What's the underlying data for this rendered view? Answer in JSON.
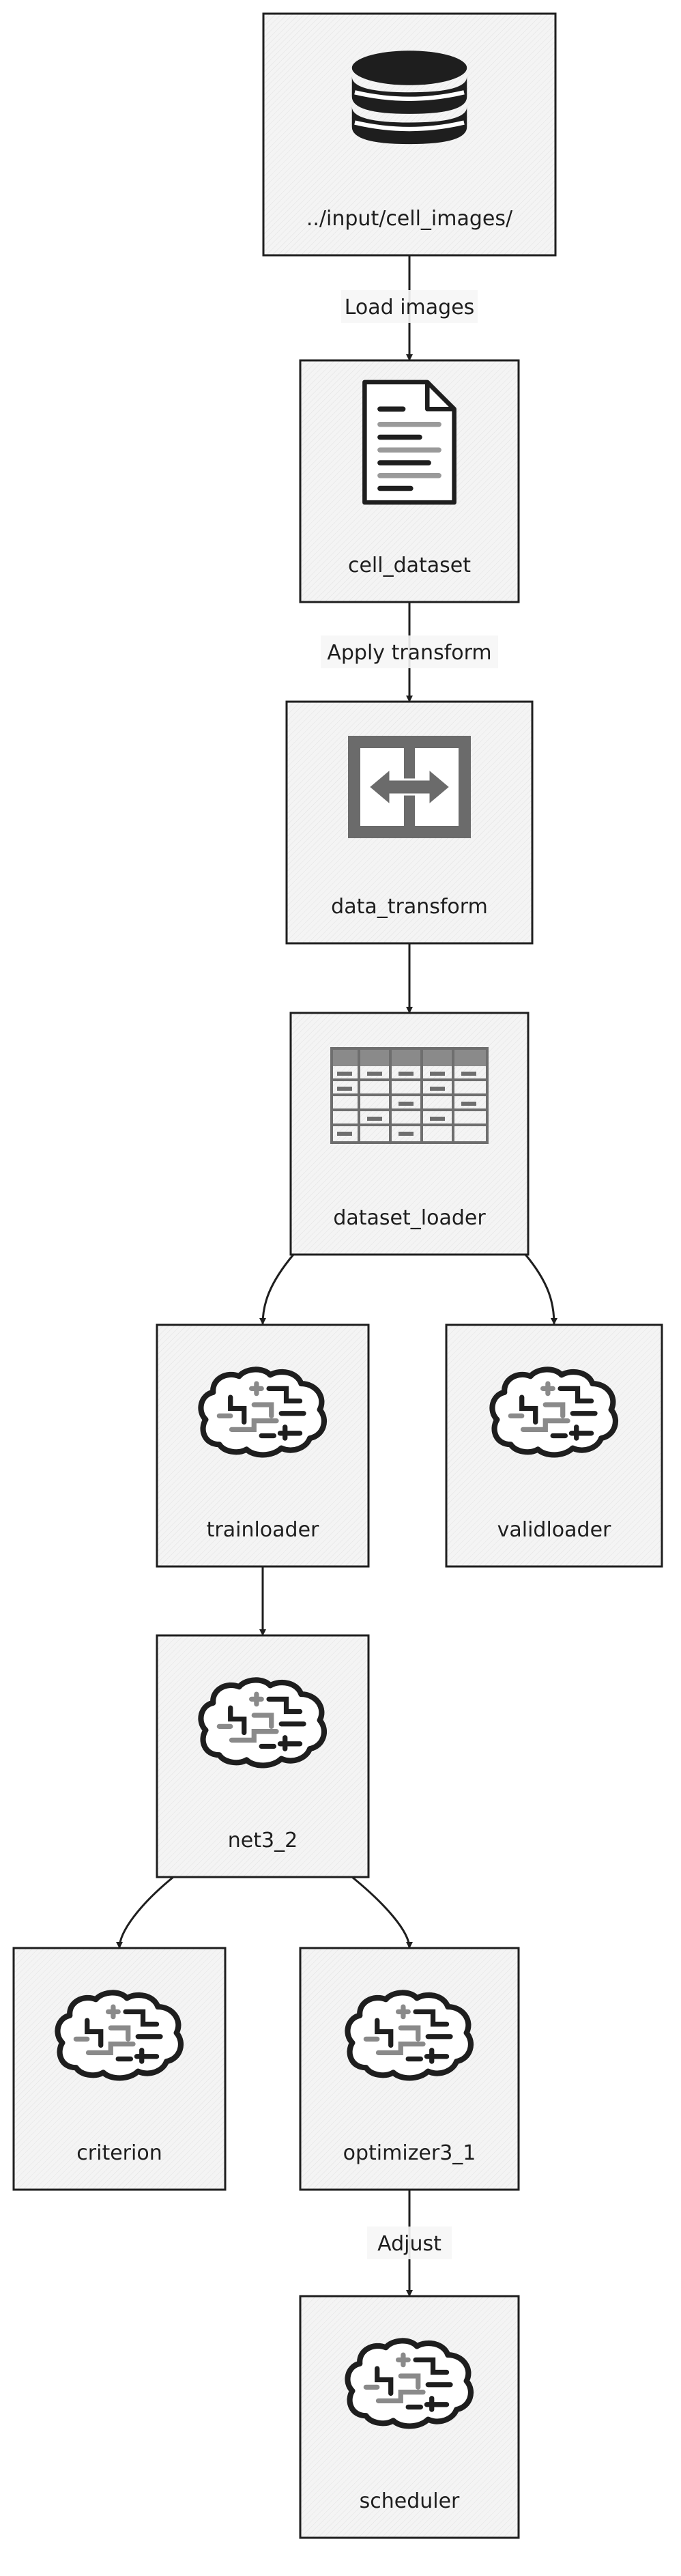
{
  "diagram": {
    "nodes": [
      {
        "id": "input",
        "label": "../input/cell_images/",
        "icon": "database-icon"
      },
      {
        "id": "cell_dataset",
        "label": "cell_dataset",
        "icon": "document-icon"
      },
      {
        "id": "data_transform",
        "label": "data_transform",
        "icon": "transform-icon"
      },
      {
        "id": "dataset_loader",
        "label": "dataset_loader",
        "icon": "table-icon"
      },
      {
        "id": "trainloader",
        "label": "trainloader",
        "icon": "brain-icon"
      },
      {
        "id": "validloader",
        "label": "validloader",
        "icon": "brain-icon"
      },
      {
        "id": "net3_2",
        "label": "net3_2",
        "icon": "brain-icon"
      },
      {
        "id": "criterion",
        "label": "criterion",
        "icon": "brain-icon"
      },
      {
        "id": "optimizer3_1",
        "label": "optimizer3_1",
        "icon": "brain-icon"
      },
      {
        "id": "scheduler",
        "label": "scheduler",
        "icon": "brain-icon"
      }
    ],
    "edges": [
      {
        "from": "input",
        "to": "cell_dataset",
        "label": "Load images"
      },
      {
        "from": "cell_dataset",
        "to": "data_transform",
        "label": "Apply transform"
      },
      {
        "from": "data_transform",
        "to": "dataset_loader",
        "label": ""
      },
      {
        "from": "dataset_loader",
        "to": "trainloader",
        "label": ""
      },
      {
        "from": "dataset_loader",
        "to": "validloader",
        "label": ""
      },
      {
        "from": "trainloader",
        "to": "net3_2",
        "label": ""
      },
      {
        "from": "net3_2",
        "to": "criterion",
        "label": ""
      },
      {
        "from": "net3_2",
        "to": "optimizer3_1",
        "label": ""
      },
      {
        "from": "optimizer3_1",
        "to": "scheduler",
        "label": "Adjust"
      }
    ]
  }
}
